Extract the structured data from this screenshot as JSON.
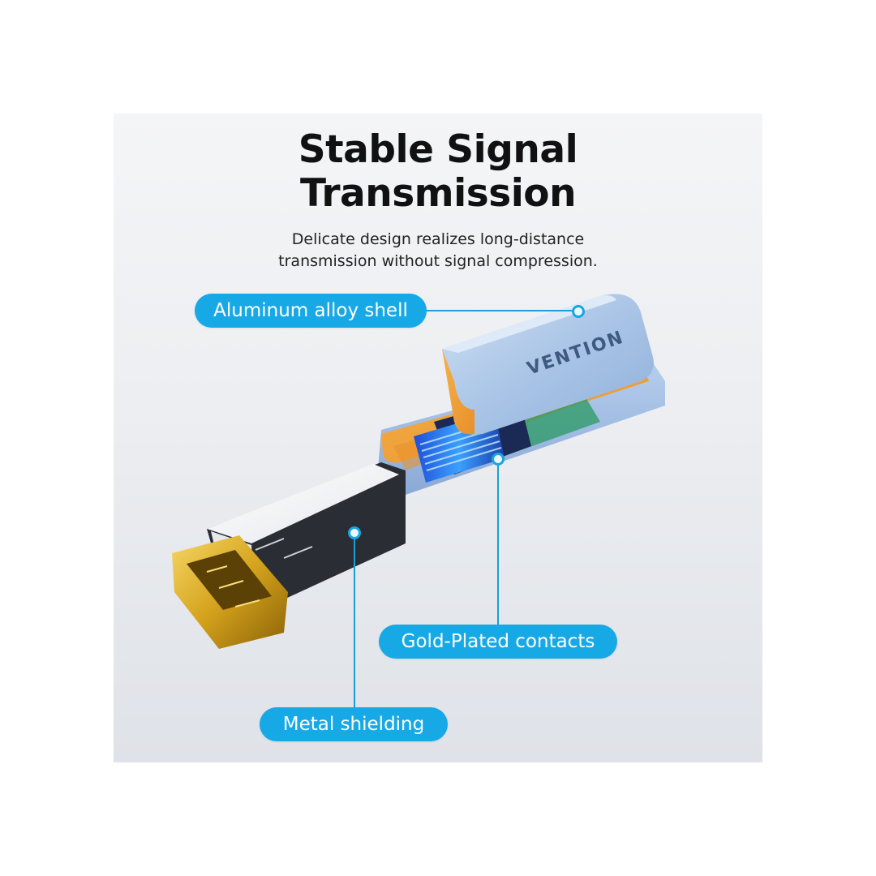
{
  "heading": {
    "line1": "Stable Signal",
    "line2": "Transmission"
  },
  "subheading": {
    "line1": "Delicate design realizes long-distance",
    "line2": "transmission without signal compression."
  },
  "callouts": [
    {
      "label": "Aluminum alloy shell"
    },
    {
      "label": "Gold-Plated contacts"
    },
    {
      "label": "Metal shielding"
    }
  ],
  "product": {
    "brand": "VENTION"
  },
  "colors": {
    "accent": "#17a9e6",
    "shell": "#a9c6e8",
    "inner": "#f0a03c",
    "gold": "#d4a21c"
  }
}
